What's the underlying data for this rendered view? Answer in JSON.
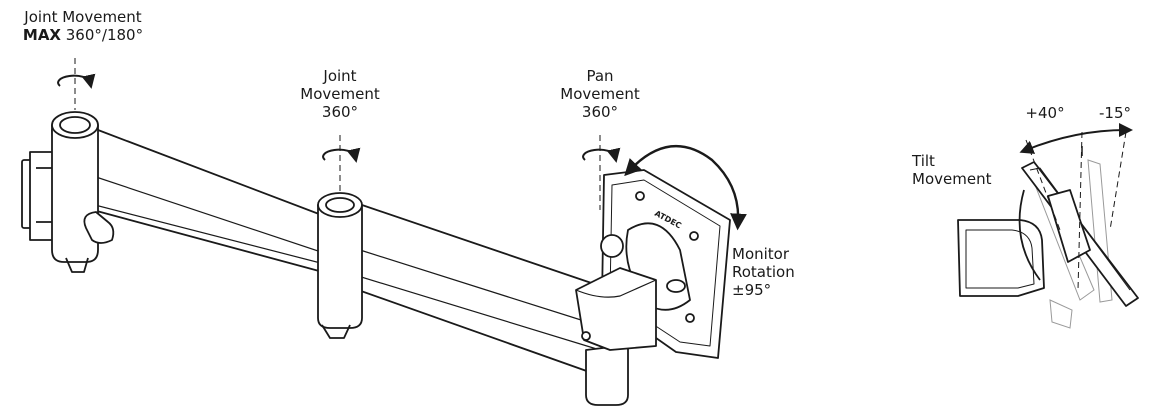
{
  "labels": {
    "joint1": {
      "line1": "Joint Movement",
      "line2_bold": "MAX",
      "line2_rest": " 360°/180°"
    },
    "joint2": {
      "line1": "Joint",
      "line2": "Movement",
      "line3": "360°"
    },
    "pan": {
      "line1": "Pan",
      "line2": "Movement",
      "line3": "360°"
    },
    "rotation": {
      "line1": "Monitor",
      "line2": "Rotation",
      "line3": "±95°"
    },
    "tilt": {
      "line1": "Tilt",
      "line2": "Movement",
      "plus": "+40°",
      "minus": "-15°"
    }
  },
  "brand_mark": "ATDEC",
  "colors": {
    "stroke": "#1a1a1a",
    "fill": "#ffffff",
    "light": "#9a9a9a"
  },
  "icons": [
    "rotation-arrow-icon",
    "rotation-arc-icon",
    "tilt-arc-icon"
  ]
}
